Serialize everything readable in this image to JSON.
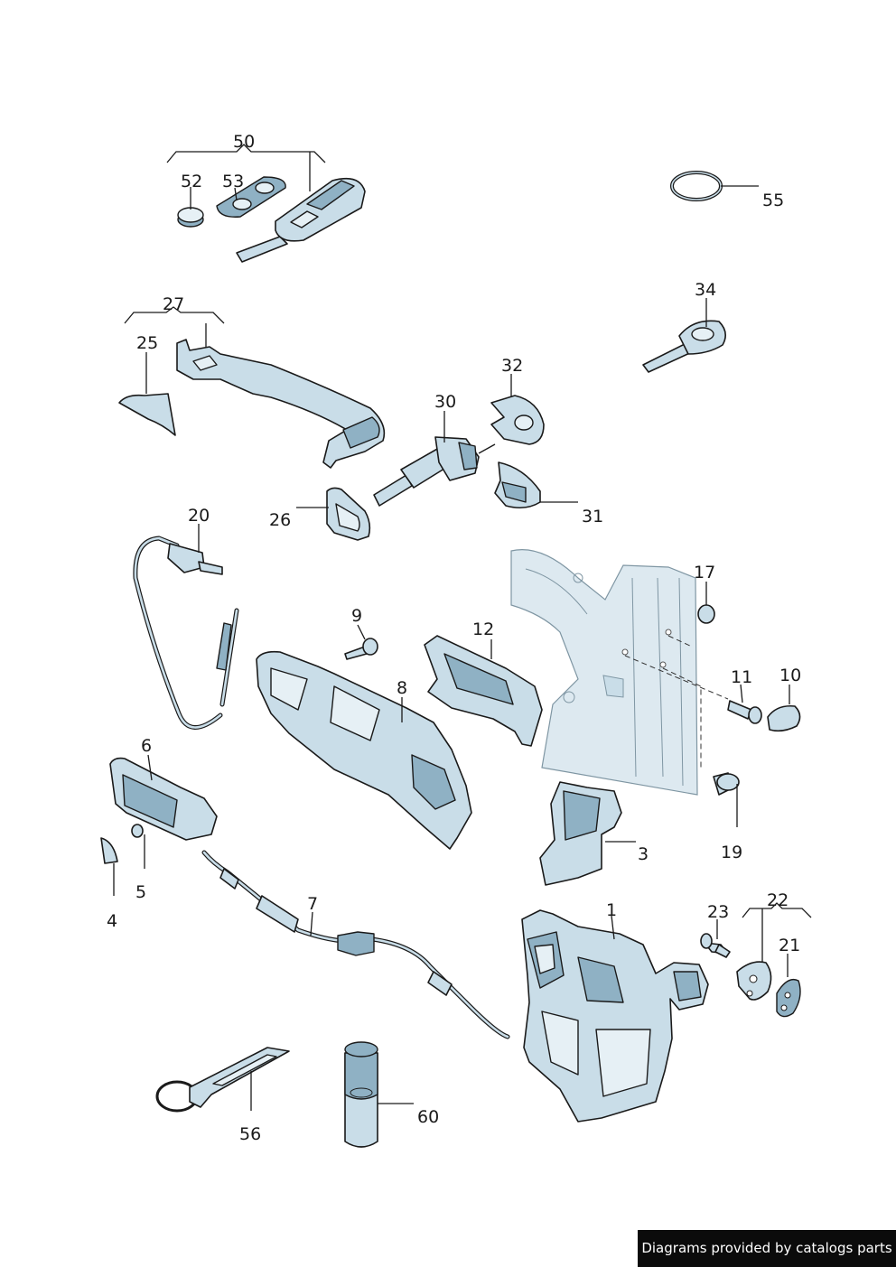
{
  "labels": {
    "l50": "50",
    "l52": "52",
    "l53": "53",
    "l55": "55",
    "l27": "27",
    "l25": "25",
    "l34": "34",
    "l32": "32",
    "l30": "30",
    "l26": "26",
    "l31": "31",
    "l20": "20",
    "l17": "17",
    "l9": "9",
    "l12": "12",
    "l8": "8",
    "l11": "11",
    "l10": "10",
    "l6": "6",
    "l19": "19",
    "l3": "3",
    "l5": "5",
    "l4": "4",
    "l7": "7",
    "l1": "1",
    "l23": "23",
    "l22": "22",
    "l21": "21",
    "l56": "56",
    "l60": "60"
  },
  "footer": {
    "text": "Diagrams provided by catalogs parts"
  },
  "colors": {
    "part": "#c9dde8",
    "part_shadow": "#8fb1c4",
    "outline": "#1a1a1a",
    "footer_bg": "#0b0b0b"
  }
}
